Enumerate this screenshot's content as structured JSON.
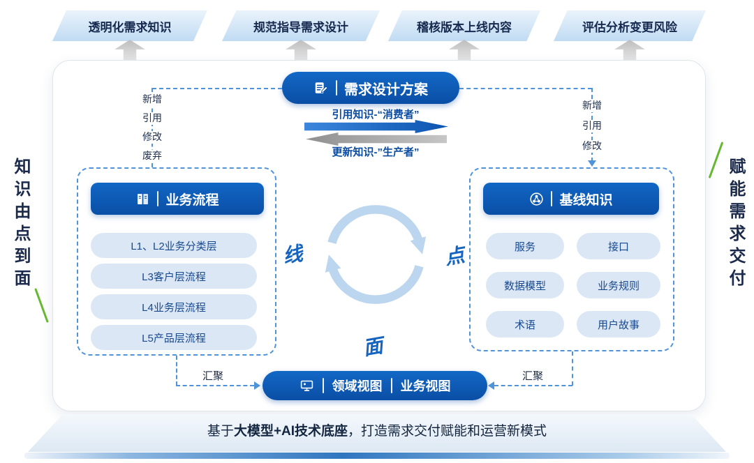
{
  "top_banners": [
    {
      "label": "透明化需求知识"
    },
    {
      "label": "规范指导需求设计"
    },
    {
      "label": "稽核版本上线内容"
    },
    {
      "label": "评估分析变更风险"
    }
  ],
  "side_labels": {
    "left": "知识由点到面",
    "right": "赋能需求交付"
  },
  "design_plan": {
    "title": "需求设计方案",
    "consume_label": "引用知识-“消费者”",
    "produce_label": "更新知识-”生产者”"
  },
  "cycle": {
    "left": "线",
    "right": "点",
    "bottom": "面"
  },
  "business_process": {
    "title": "业务流程",
    "items": [
      "L1、L2业务分类层",
      "L3客户层流程",
      "L4业务层流程",
      "L5产品层流程"
    ],
    "actions": [
      "新增",
      "引用",
      "修改",
      "废弃"
    ],
    "converge_label": "汇聚"
  },
  "baseline_knowledge": {
    "title": "基线知识",
    "items": [
      "服务",
      "接口",
      "数据模型",
      "业务规则",
      "术语",
      "用户故事"
    ],
    "actions": [
      "新增",
      "引用",
      "修改"
    ],
    "converge_label": "汇聚"
  },
  "views": {
    "domain": "领域视图",
    "business": "业务视图"
  },
  "footer": {
    "prefix": "基于",
    "bold": "大模型+AI技术底座",
    "suffix": "，打造需求交付赋能和运营新模式"
  },
  "icons": {
    "title_icon": "edit-document-icon",
    "process_icon": "open-book-icon",
    "knowledge_icon": "network-nodes-icon",
    "views_icon": "workstation-icon",
    "cycle_icon": "circular-arrows-icon"
  },
  "colors": {
    "primary_blue": "#0d5cb6",
    "light_blue_fill": "#dce7f5",
    "dashed_border": "#4f94d9",
    "banner_fill": "#c0dbf3",
    "green_accent": "#66b832",
    "gray_arrow": "#bdbdbd"
  }
}
